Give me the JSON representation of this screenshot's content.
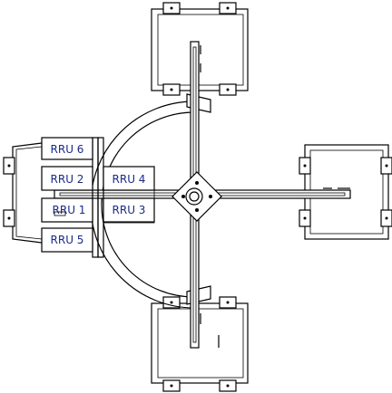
{
  "diagram": {
    "modules": {
      "rru6": "RRU 6",
      "rru2": "RRU 2",
      "rru4": "RRU 4",
      "rru1": "RRU 1",
      "rru3": "RRU 3",
      "rru5": "RRU 5"
    },
    "colors": {
      "line": "#000000",
      "label_text": "#1a2a8a",
      "background": "#ffffff"
    }
  }
}
